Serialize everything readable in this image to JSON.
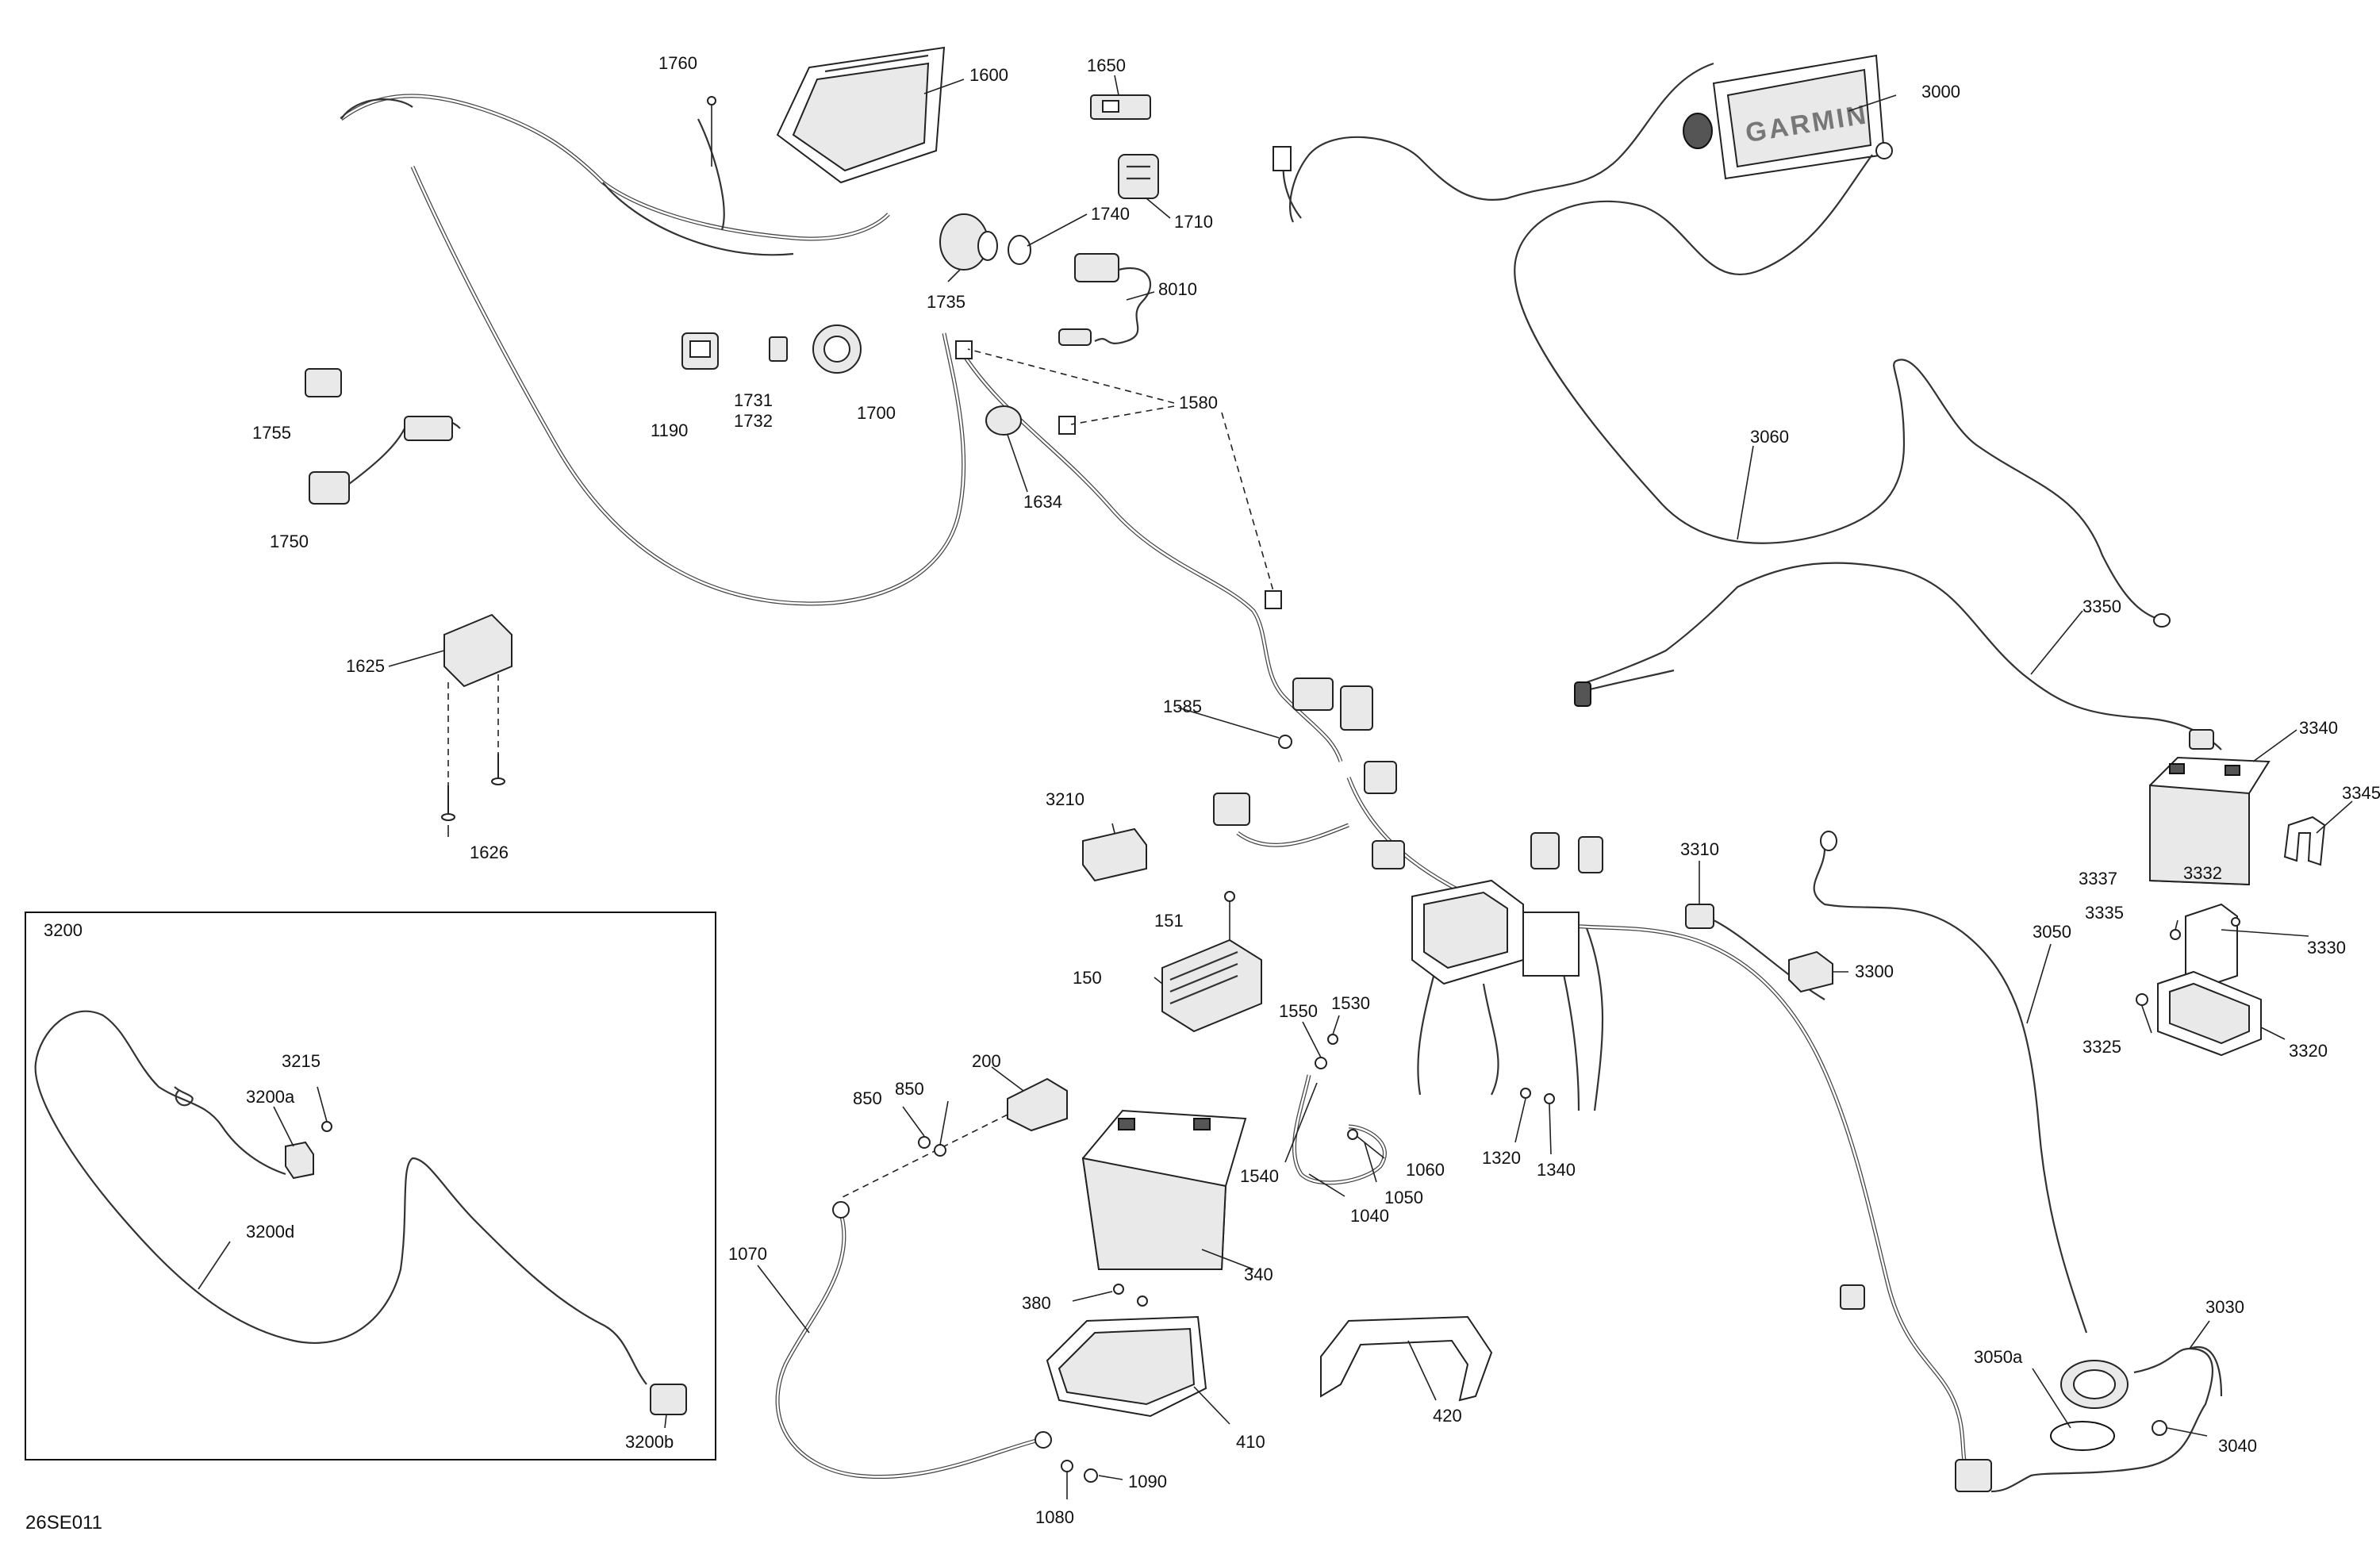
{
  "diagram_ref": "26SE011",
  "brand_text": "GARMIN",
  "inset_title": "3200",
  "labels": [
    {
      "id": "1760",
      "text": "1760"
    },
    {
      "id": "1600",
      "text": "1600"
    },
    {
      "id": "1650",
      "text": "1650"
    },
    {
      "id": "1740",
      "text": "1740"
    },
    {
      "id": "1710",
      "text": "1710"
    },
    {
      "id": "1735",
      "text": "1735"
    },
    {
      "id": "8010",
      "text": "8010"
    },
    {
      "id": "1580",
      "text": "1580"
    },
    {
      "id": "1190",
      "text": "1190"
    },
    {
      "id": "1731",
      "text": "1731"
    },
    {
      "id": "1732",
      "text": "1732"
    },
    {
      "id": "1700",
      "text": "1700"
    },
    {
      "id": "1755",
      "text": "1755"
    },
    {
      "id": "1750",
      "text": "1750"
    },
    {
      "id": "1634",
      "text": "1634"
    },
    {
      "id": "1625",
      "text": "1625"
    },
    {
      "id": "1626",
      "text": "1626"
    },
    {
      "id": "1585",
      "text": "1585"
    },
    {
      "id": "3000",
      "text": "3000"
    },
    {
      "id": "3060",
      "text": "3060"
    },
    {
      "id": "3350",
      "text": "3350"
    },
    {
      "id": "3340",
      "text": "3340"
    },
    {
      "id": "3345",
      "text": "3345"
    },
    {
      "id": "3337",
      "text": "3337"
    },
    {
      "id": "3332",
      "text": "3332"
    },
    {
      "id": "3335",
      "text": "3335"
    },
    {
      "id": "3330",
      "text": "3330"
    },
    {
      "id": "3325",
      "text": "3325"
    },
    {
      "id": "3320",
      "text": "3320"
    },
    {
      "id": "3310",
      "text": "3310"
    },
    {
      "id": "3300",
      "text": "3300"
    },
    {
      "id": "3050",
      "text": "3050"
    },
    {
      "id": "3210",
      "text": "3210"
    },
    {
      "id": "151",
      "text": "151"
    },
    {
      "id": "150",
      "text": "150"
    },
    {
      "id": "1550",
      "text": "1550"
    },
    {
      "id": "1530",
      "text": "1530"
    },
    {
      "id": "1540",
      "text": "1540"
    },
    {
      "id": "1060",
      "text": "1060"
    },
    {
      "id": "1050",
      "text": "1050"
    },
    {
      "id": "1040",
      "text": "1040"
    },
    {
      "id": "1320",
      "text": "1320"
    },
    {
      "id": "1340",
      "text": "1340"
    },
    {
      "id": "200",
      "text": "200"
    },
    {
      "id": "850a",
      "text": "850"
    },
    {
      "id": "850b",
      "text": "850"
    },
    {
      "id": "340",
      "text": "340"
    },
    {
      "id": "1070",
      "text": "1070"
    },
    {
      "id": "380",
      "text": "380"
    },
    {
      "id": "410",
      "text": "410"
    },
    {
      "id": "420",
      "text": "420"
    },
    {
      "id": "1090",
      "text": "1090"
    },
    {
      "id": "1080",
      "text": "1080"
    },
    {
      "id": "3030",
      "text": "3030"
    },
    {
      "id": "3050a",
      "text": "3050a"
    },
    {
      "id": "3040",
      "text": "3040"
    },
    {
      "id": "3215",
      "text": "3215"
    },
    {
      "id": "3200a",
      "text": "3200a"
    },
    {
      "id": "3200d",
      "text": "3200d"
    },
    {
      "id": "3200b",
      "text": "3200b"
    }
  ]
}
